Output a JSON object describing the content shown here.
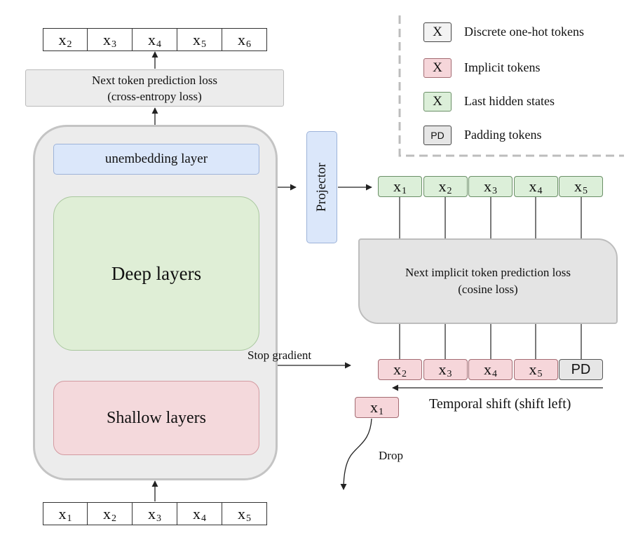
{
  "top_tokens": [
    {
      "var": "x",
      "sub": "2"
    },
    {
      "var": "x",
      "sub": "3"
    },
    {
      "var": "x",
      "sub": "4"
    },
    {
      "var": "x",
      "sub": "5"
    },
    {
      "var": "x",
      "sub": "6"
    }
  ],
  "bottom_tokens": [
    {
      "var": "x",
      "sub": "1"
    },
    {
      "var": "x",
      "sub": "2"
    },
    {
      "var": "x",
      "sub": "3"
    },
    {
      "var": "x",
      "sub": "4"
    },
    {
      "var": "x",
      "sub": "5"
    }
  ],
  "next_token_loss": {
    "line1": "Next token prediction loss",
    "line2": "(cross-entropy loss)"
  },
  "model": {
    "unembedding": "unembedding layer",
    "deep": "Deep layers",
    "shallow": "Shallow layers"
  },
  "projector": "Projector",
  "hidden_tokens": [
    {
      "var": "x",
      "sub": "1"
    },
    {
      "var": "x",
      "sub": "2"
    },
    {
      "var": "x",
      "sub": "3"
    },
    {
      "var": "x",
      "sub": "4"
    },
    {
      "var": "x",
      "sub": "5"
    }
  ],
  "implicit_loss": {
    "line1": "Next implicit token prediction loss",
    "line2": "(cosine loss)"
  },
  "implicit_tokens": [
    {
      "var": "x",
      "sub": "2"
    },
    {
      "var": "x",
      "sub": "3"
    },
    {
      "var": "x",
      "sub": "4"
    },
    {
      "var": "x",
      "sub": "5"
    }
  ],
  "padding_token": "PD",
  "dropped_token": {
    "var": "x",
    "sub": "1"
  },
  "labels": {
    "stop_gradient": "Stop gradient",
    "temporal_shift": "Temporal shift (shift left)",
    "drop": "Drop"
  },
  "legend": [
    {
      "symbol": "X",
      "label": "Discrete one-hot tokens",
      "color": "#f3f3f3"
    },
    {
      "symbol": "X",
      "label": "Implicit tokens",
      "color": "#f6d6da"
    },
    {
      "symbol": "X",
      "label": "Last hidden states",
      "color": "#dcefd9"
    },
    {
      "symbol": "PD",
      "label": "Padding tokens",
      "color": "#e6e6e6"
    }
  ],
  "colors": {
    "unembedding_bg": "#dbe7fa",
    "deep_bg": "#dfeed6",
    "shallow_bg": "#f4d9dc",
    "model_bg": "#ececec",
    "loss_bg": "#ececec",
    "projector_bg": "#dbe7fa"
  }
}
